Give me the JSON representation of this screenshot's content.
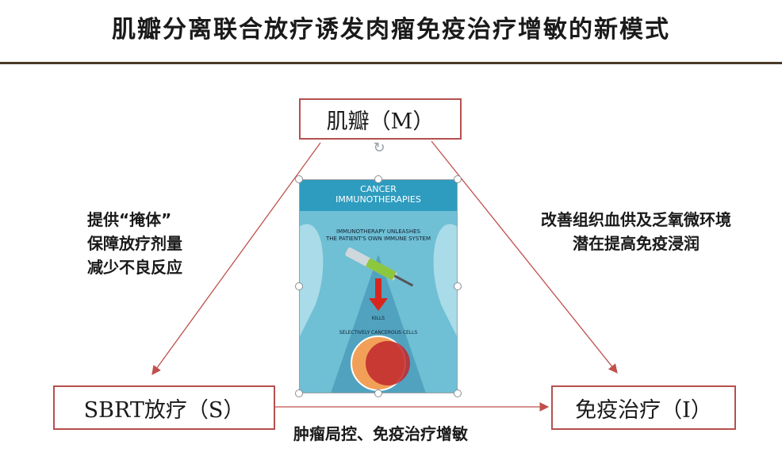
{
  "title": "肌瓣分离联合放疗诱发肉瘤免疫治疗增敏的新模式",
  "nodes": {
    "m": "肌瓣（M）",
    "s": "SBRT放疗（S）",
    "i": "免疫治疗（I）"
  },
  "notes": {
    "left": [
      "提供“掩体”",
      "保障放疗剂量",
      "减少不良反应"
    ],
    "right": [
      "改善组织血供及乏氧微环境",
      "潜在提高免疫浸润"
    ],
    "bottom": "肿瘤局控、免疫治疗增敏"
  },
  "poster": {
    "header_lines": [
      "CANCER",
      "IMMUNOTHERAPIES"
    ],
    "subtitle_lines": [
      "IMMUNOTHERAPY UNLEASHES",
      "THE PATIENT'S OWN IMMUNE SYSTEM"
    ],
    "kills": "KILLS",
    "cells": "SELECTIVELY CANCEROUS CELLS"
  },
  "colors": {
    "box_border": "#b5504e",
    "arrow": "#c0504d",
    "rule": "#4a3828",
    "poster_bg": "#6fbfd5",
    "poster_header": "#2e9cbf"
  }
}
